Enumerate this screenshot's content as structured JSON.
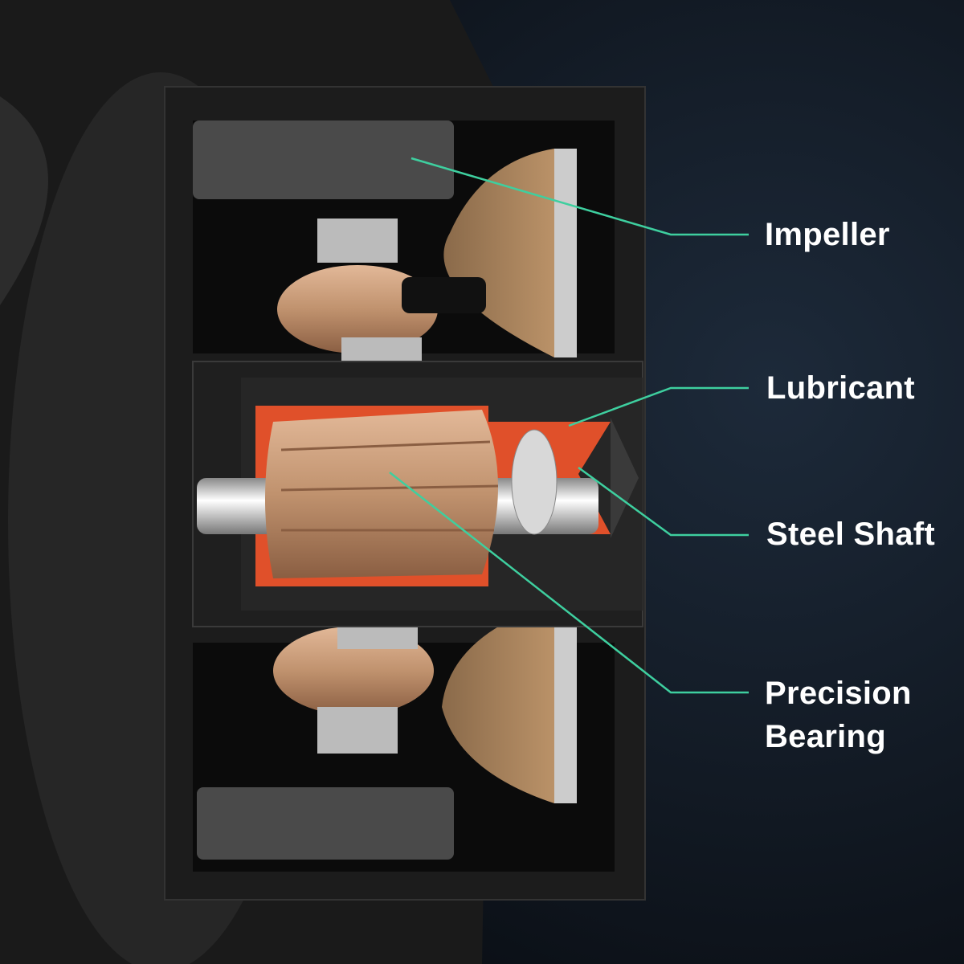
{
  "labels": {
    "impeller": "Impeller",
    "lubricant": "Lubricant",
    "steel_shaft": "Steel Shaft",
    "precision_bearing_line1": "Precision",
    "precision_bearing_line2": "Bearing"
  },
  "colors": {
    "leader_line": "#3ecf9f",
    "lubricant": "#e0502a",
    "copper": "#c99872",
    "housing": "#1e1e1e",
    "magnet": "#4a4a4a",
    "label_text": "#ffffff"
  }
}
